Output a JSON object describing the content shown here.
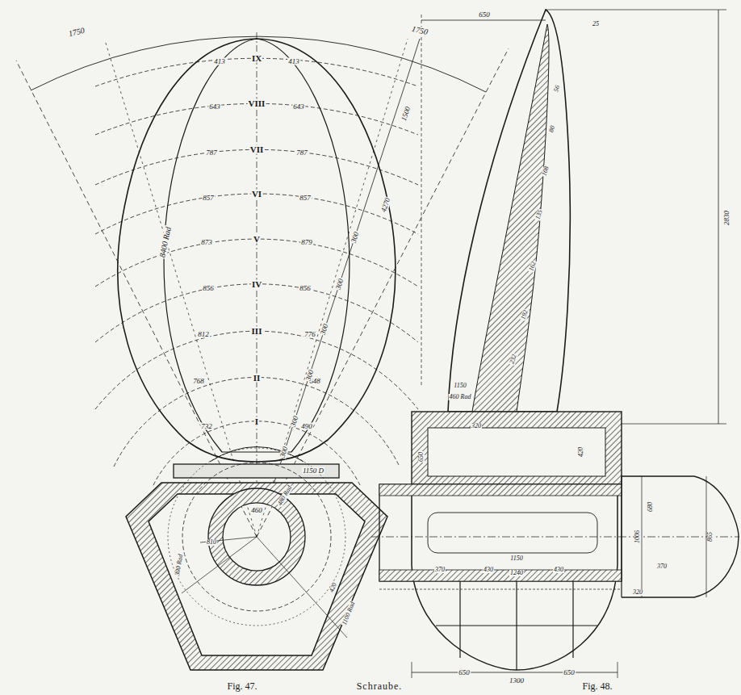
{
  "diagram": {
    "caption": "Schraube.",
    "labels": [
      "1750",
      "1750",
      "IX",
      "413",
      "413",
      "VIII",
      "643",
      "643",
      "VII",
      "787",
      "787",
      "VI",
      "857",
      "857",
      "V",
      "873",
      "879",
      "IV",
      "856",
      "856",
      "III",
      "812",
      "776",
      "II",
      "768",
      "648",
      "I",
      "732",
      "490",
      "8400 Rad",
      "1150 D",
      "1500",
      "4270",
      "300",
      "300",
      "300",
      "300",
      "300",
      "300",
      "460",
      "480 Rad",
      "300 Rad",
      "810",
      "1100 Rad",
      "420",
      "Fig. 47.",
      "650",
      "25",
      "56",
      "80",
      "108",
      "135",
      "162",
      "192",
      "232",
      "2830",
      "1150",
      "460 Rad",
      "320",
      "650",
      "420",
      "370",
      "430",
      "1150",
      "1240",
      "430",
      "650",
      "1300",
      "650",
      "865",
      "1006",
      "370",
      "680",
      "320",
      "Fig. 48."
    ]
  }
}
